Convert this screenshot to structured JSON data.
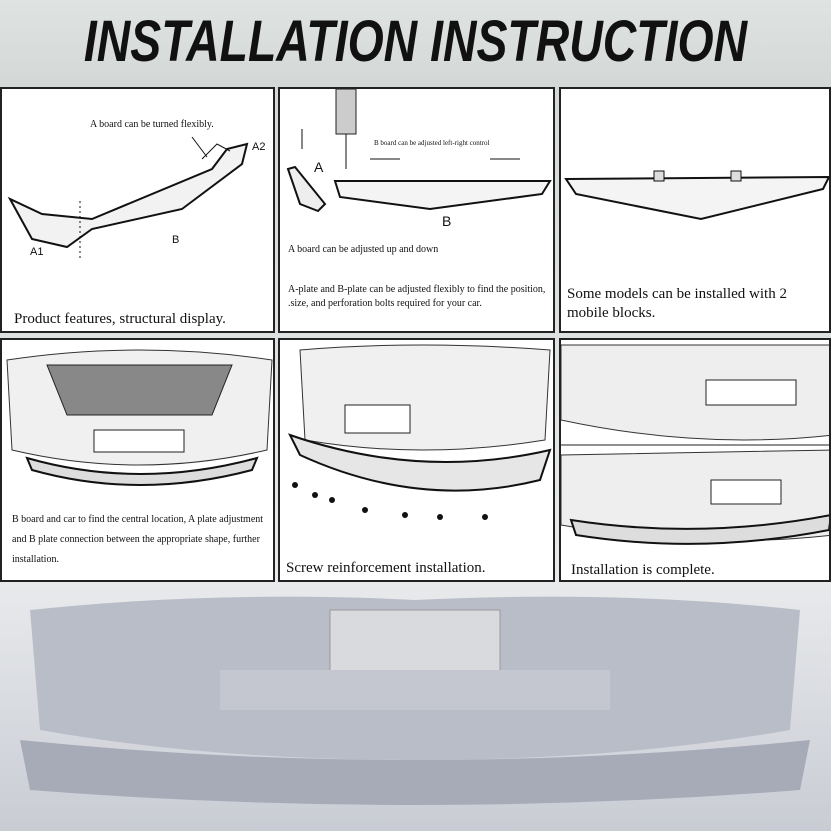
{
  "title": "INSTALLATION INSTRUCTION",
  "panels": [
    {
      "label_top": "A board can be turned flexibly.",
      "labels": [
        "A1",
        "A2",
        "B"
      ],
      "caption": "Product features, structural display."
    },
    {
      "label_top": "B board can be adjusted left-right control",
      "labels": [
        "A",
        "B"
      ],
      "label_mid": "A board can be adjusted up and down",
      "caption": "A-plate and B-plate can be adjusted flexibly to find the position, .size, and perforation bolts required for your car."
    },
    {
      "caption": "Some models can be installed with 2 mobile blocks."
    },
    {
      "caption": "B board and car to find the central location, A plate adjustment and B plate connection between the appropriate shape, further installation."
    },
    {
      "caption": "Screw reinforcement installation."
    },
    {
      "caption": "Installation is complete."
    }
  ]
}
